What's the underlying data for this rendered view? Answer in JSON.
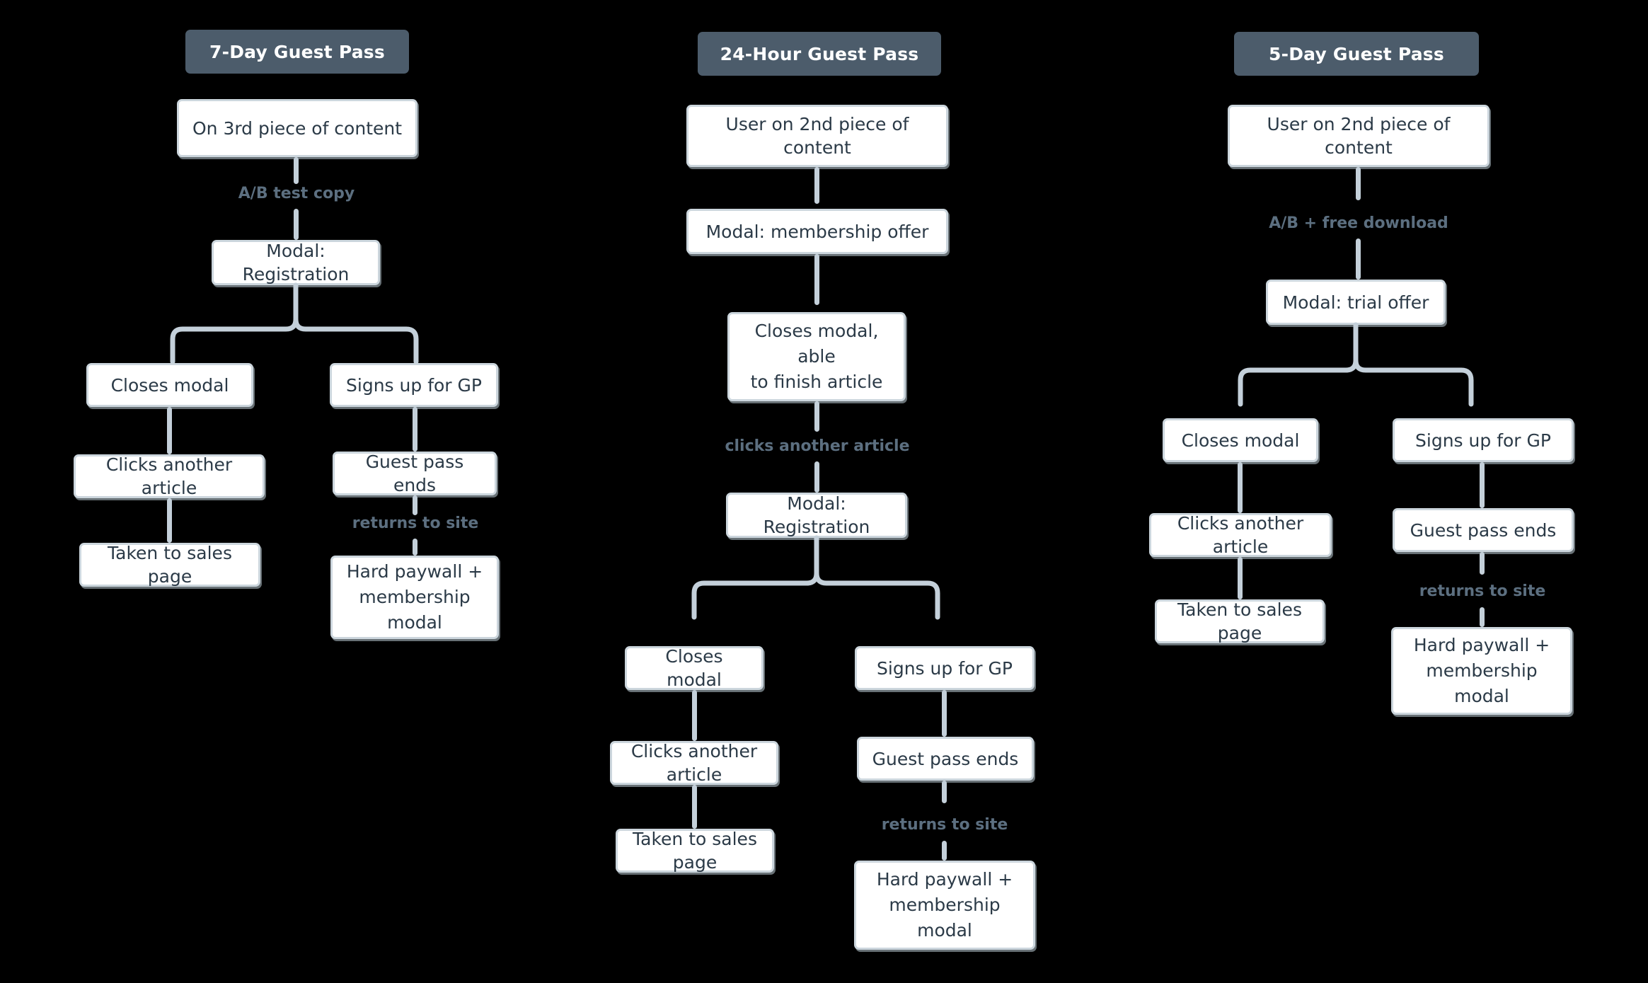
{
  "diagram": {
    "kind": "flowchart",
    "background_color": "#000000",
    "header_color": "#4c5c6b",
    "node_border_color": "#ccd6dd",
    "node_text_color": "#2b3a47",
    "edge_color": "#c4d0da",
    "edge_label_color": "#5c6f80",
    "columns": [
      {
        "id": "seven-day",
        "title": "7-Day Guest Pass",
        "nodes": {
          "start": "On 3rd piece of content",
          "modal": "Modal: Registration",
          "left_branch": "Closes modal",
          "left_step2": "Clicks another article",
          "left_step3": "Taken to sales page",
          "right_branch": "Signs up for GP",
          "right_step2": "Guest pass ends",
          "right_step3": "Hard paywall +\nmembership modal",
          "right_step3_line1": "Hard paywall +",
          "right_step3_line2": "membership modal"
        },
        "edge_labels": {
          "start_to_modal": "A/B test copy",
          "pass_ends_to_paywall": "returns to site"
        }
      },
      {
        "id": "twenty-four-hour",
        "title": "24-Hour Guest Pass",
        "nodes": {
          "start": "User on 2nd piece of content",
          "offer": "Modal: membership offer",
          "closes_finish_line1": "Closes modal, able",
          "closes_finish_line2": "to finish article",
          "modal": "Modal: Registration",
          "left_branch": "Closes modal",
          "left_step2": "Clicks another article",
          "left_step3": "Taken to sales page",
          "right_branch": "Signs up for GP",
          "right_step2": "Guest pass ends",
          "right_step3_line1": "Hard paywall +",
          "right_step3_line2": "membership modal"
        },
        "edge_labels": {
          "finish_to_registration": "clicks another article",
          "pass_ends_to_paywall": "returns to site"
        }
      },
      {
        "id": "five-day",
        "title": "5-Day Guest Pass",
        "nodes": {
          "start": "User on 2nd piece of content",
          "modal": "Modal: trial offer",
          "left_branch": "Closes modal",
          "left_step2": "Clicks another article",
          "left_step3": "Taken to sales page",
          "right_branch": "Signs up for GP",
          "right_step2": "Guest pass ends",
          "right_step3_line1": "Hard paywall +",
          "right_step3_line2": "membership modal"
        },
        "edge_labels": {
          "start_to_modal": "A/B + free download",
          "pass_ends_to_paywall": "returns to site"
        }
      }
    ]
  }
}
